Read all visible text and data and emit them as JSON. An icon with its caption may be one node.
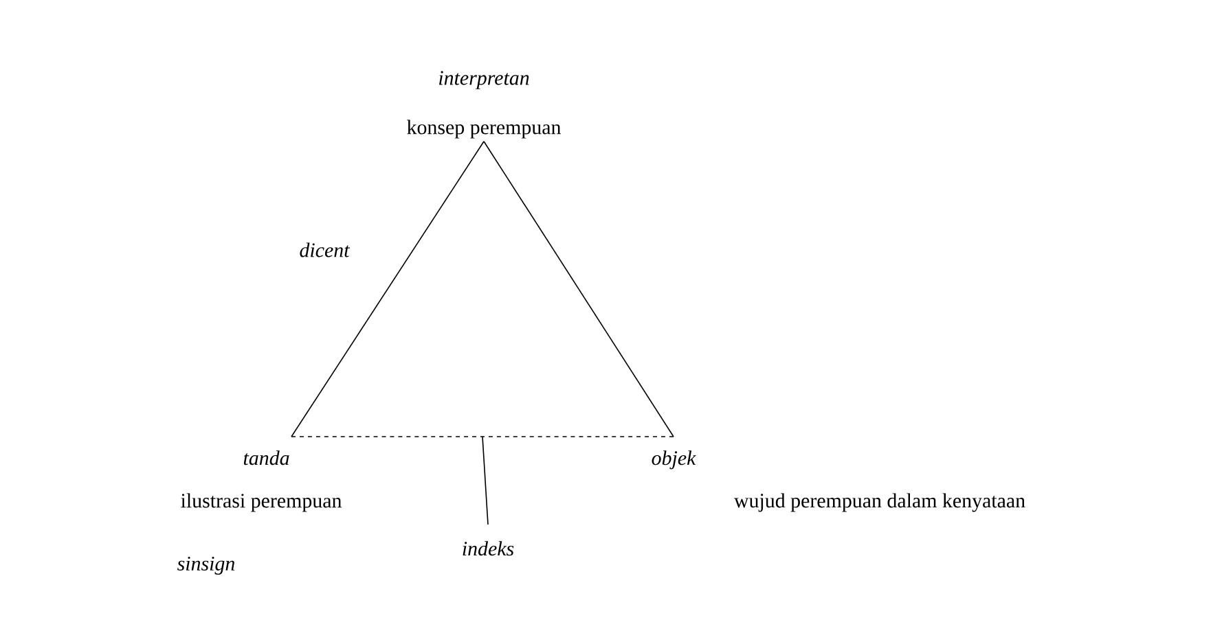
{
  "diagram": {
    "nodes": [
      {
        "text": [
          "interpretan",
          "konsep perempuan"
        ]
      },
      {
        "text": [
          "tanda"
        ],
        "beside": [
          "ilustrasi perempuan"
        ]
      },
      {
        "text": [
          "objek"
        ],
        "beside": [
          "wujud perempuan dalam kenyataan"
        ]
      },
      {
        "text": [
          "indeks"
        ]
      }
    ],
    "edges": [
      {
        "from": 0,
        "to": 1,
        "arrow": "none"
      },
      {
        "from": 0,
        "to": 2,
        "arrow": "none"
      },
      {
        "from": 1,
        "to": 2,
        "arrow": "none",
        "style": "dashed"
      },
      {
        "from": null,
        "to": 3,
        "arrow": "none"
      }
    ],
    "labels": [
      "dicent",
      "sinsign"
    ]
  }
}
